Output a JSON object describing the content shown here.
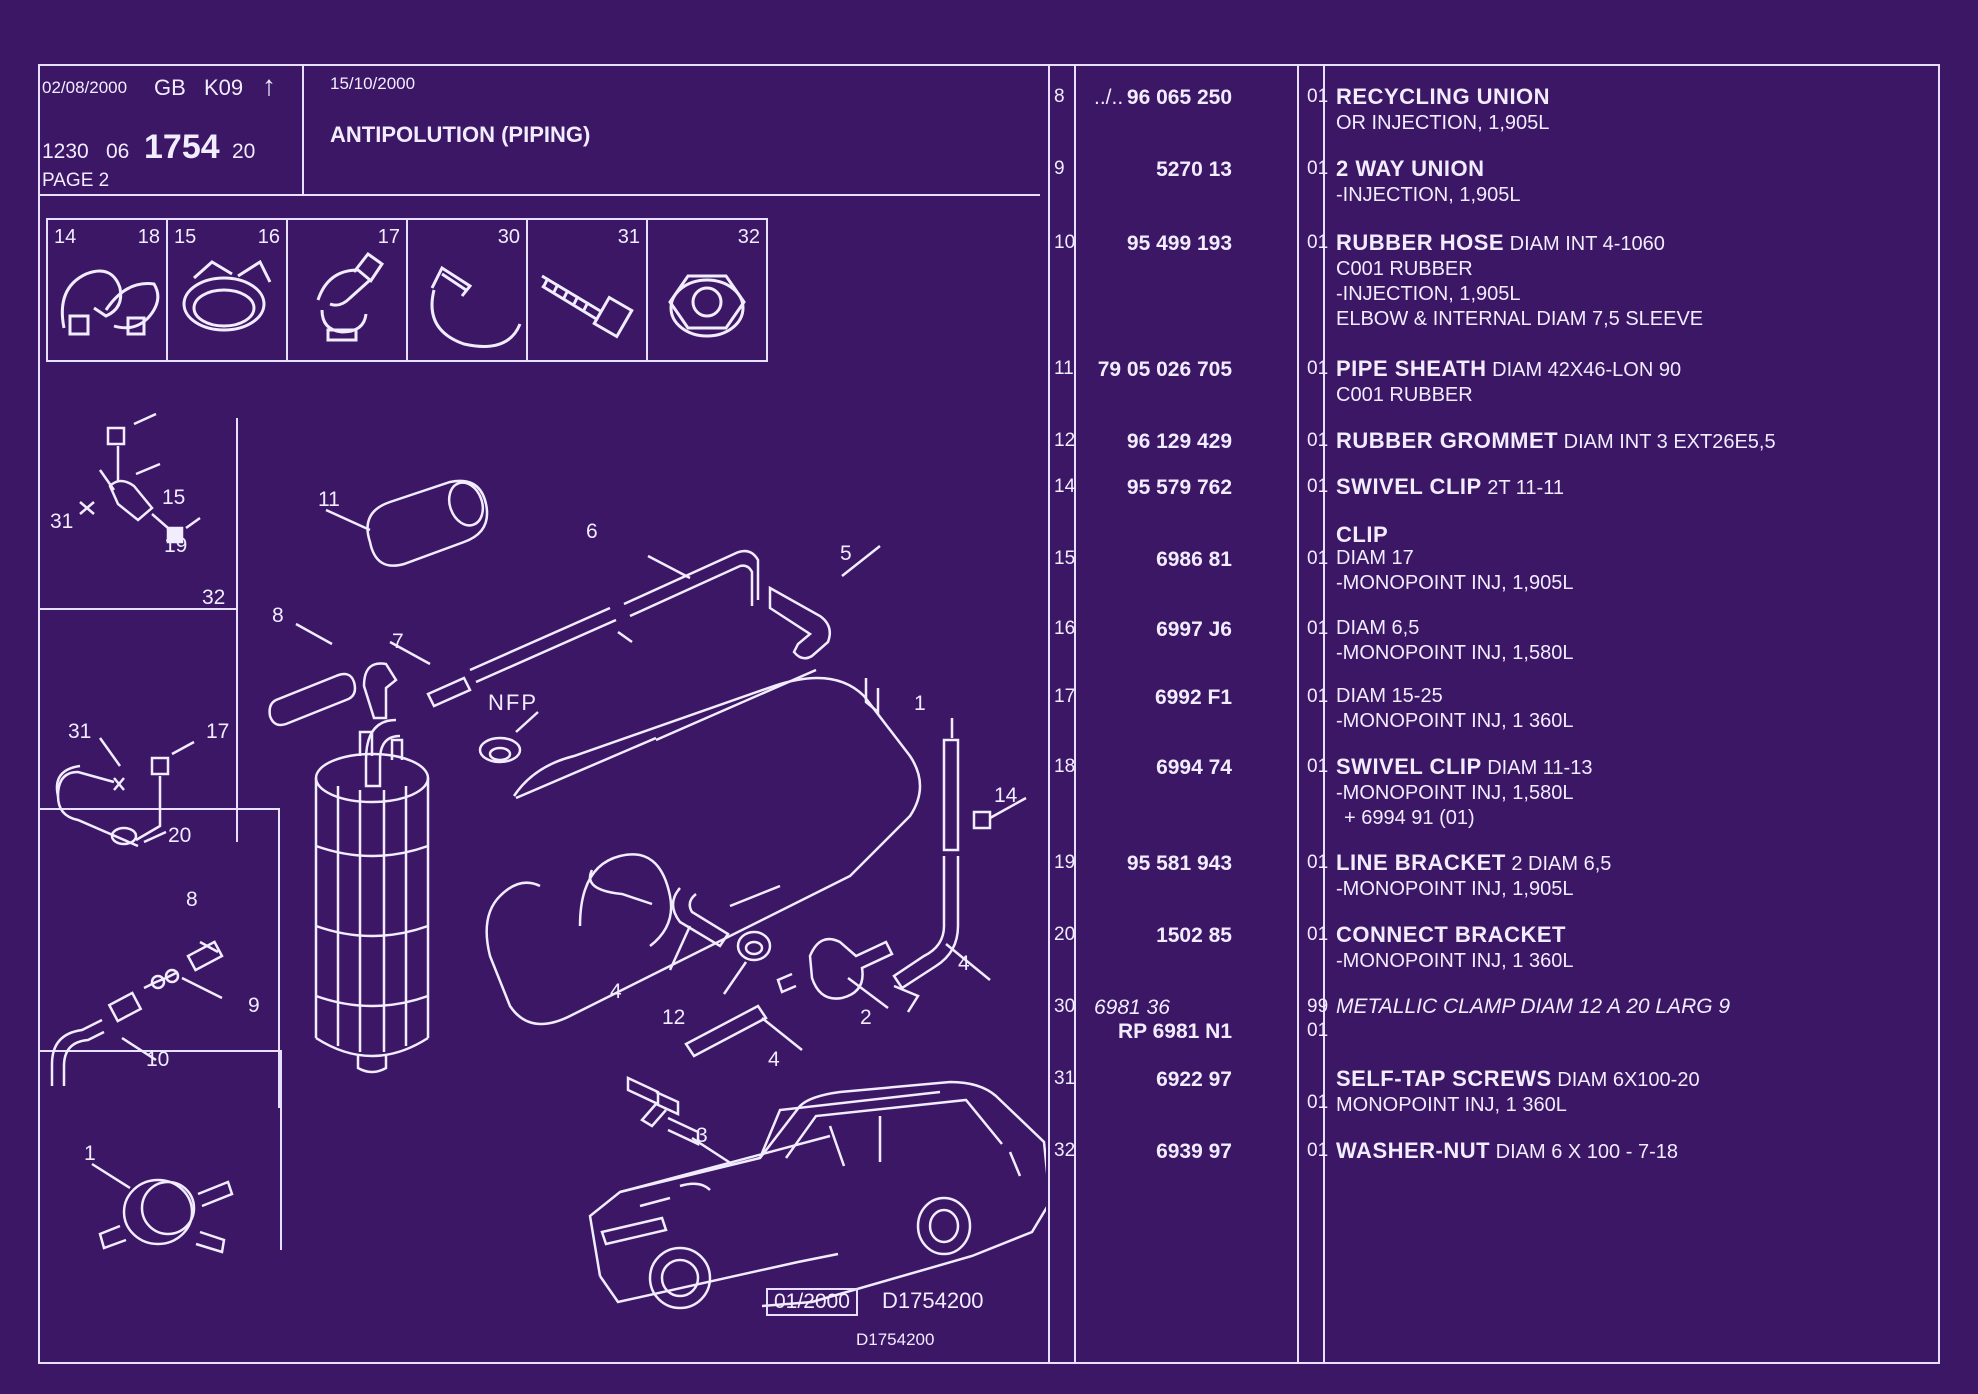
{
  "header": {
    "date": "02/08/2000",
    "lang": "GB",
    "code": "K09",
    "code_arrow": "↑",
    "ref_a": "1230",
    "ref_b": "06",
    "ref_main": "1754",
    "ref_c": "20",
    "page": "PAGE 2",
    "date2": "15/10/2000",
    "title": "ANTIPOLUTION (PIPING)"
  },
  "thumbnails": [
    {
      "a": "14",
      "b": "18",
      "icon": "swivel-clip-icon"
    },
    {
      "a": "15",
      "b": "16",
      "icon": "hose-clip-icon"
    },
    {
      "a": "",
      "b": "17",
      "icon": "bracket-clip-icon"
    },
    {
      "a": "",
      "b": "30",
      "icon": "metal-clamp-icon"
    },
    {
      "a": "",
      "b": "31",
      "icon": "screw-icon"
    },
    {
      "a": "",
      "b": "32",
      "icon": "washer-nut-icon"
    }
  ],
  "diagram_labels": {
    "l15a": "15",
    "l31a": "31",
    "l19": "19",
    "l32": "32",
    "l31b": "31",
    "l17": "17",
    "l20": "20",
    "l8a": "8",
    "l9": "9",
    "l10": "10",
    "l1": "1",
    "l11": "11",
    "l6": "6",
    "l5": "5",
    "l8b": "8",
    "l7": "7",
    "nfp": "NFP",
    "l1b": "1",
    "l14": "14",
    "l4a": "4",
    "l4b": "4",
    "l12": "12",
    "l2": "2",
    "l4c": "4",
    "l3": "3"
  },
  "footer": {
    "boxed_date": "01/2000",
    "drawing_ref": "D1754200",
    "drawing_ref2": "D1754200"
  },
  "parts": [
    {
      "ref": "8",
      "alt": "../..",
      "pn": "96 065 250",
      "qty": "01",
      "name": "RECYCLING UNION",
      "spec": "",
      "lines": [
        "OR INJECTION, 1,905L"
      ]
    },
    {
      "ref": "9",
      "alt": "",
      "pn": "5270 13",
      "qty": "01",
      "name": "2 WAY UNION",
      "spec": "",
      "lines": [
        "-INJECTION, 1,905L"
      ]
    },
    {
      "ref": "10",
      "alt": "",
      "pn": "95 499 193",
      "qty": "01",
      "name": "RUBBER HOSE",
      "spec": "DIAM INT 4-1060",
      "lines": [
        "C001 RUBBER",
        "-INJECTION, 1,905L",
        "ELBOW & INTERNAL DIAM 7,5 SLEEVE"
      ]
    },
    {
      "ref": "11",
      "alt": "",
      "pn": "79 05 026 705",
      "qty": "01",
      "name": "PIPE SHEATH",
      "spec": "DIAM 42X46-LON 90",
      "lines": [
        "C001 RUBBER"
      ]
    },
    {
      "ref": "12",
      "alt": "",
      "pn": "96 129 429",
      "qty": "01",
      "name": "RUBBER GROMMET",
      "spec": "DIAM INT 3 EXT26E5,5",
      "lines": []
    },
    {
      "ref": "14",
      "alt": "",
      "pn": "95 579 762",
      "qty": "01",
      "name": "SWIVEL CLIP",
      "spec": "2T 11-11",
      "lines": []
    },
    {
      "ref": "",
      "alt": "",
      "pn": "",
      "qty": "",
      "name": "CLIP",
      "spec": "",
      "lines": []
    },
    {
      "ref": "15",
      "alt": "",
      "pn": "6986 81",
      "qty": "01",
      "name": "",
      "spec": "",
      "lines": [
        "DIAM 17",
        "-MONOPOINT INJ, 1,905L"
      ]
    },
    {
      "ref": "16",
      "alt": "",
      "pn": "6997 J6",
      "qty": "01",
      "name": "",
      "spec": "",
      "lines": [
        "DIAM 6,5",
        "-MONOPOINT INJ, 1,580L"
      ]
    },
    {
      "ref": "17",
      "alt": "",
      "pn": "6992 F1",
      "qty": "01",
      "name": "",
      "spec": "",
      "lines": [
        "DIAM 15-25",
        "-MONOPOINT INJ, 1 360L"
      ]
    },
    {
      "ref": "18",
      "alt": "",
      "pn": "6994 74",
      "qty": "01",
      "name": "SWIVEL CLIP",
      "spec": "DIAM 11-13",
      "lines": [
        "-MONOPOINT INJ, 1,580L",
        "+ 6994 91 (01)"
      ]
    },
    {
      "ref": "19",
      "alt": "",
      "pn": "95 581 943",
      "qty": "01",
      "name": "LINE BRACKET",
      "spec": "2 DIAM 6,5",
      "lines": [
        "-MONOPOINT INJ, 1,905L"
      ]
    },
    {
      "ref": "20",
      "alt": "",
      "pn": "1502 85",
      "qty": "01",
      "name": "CONNECT BRACKET",
      "spec": "",
      "lines": [
        "-MONOPOINT INJ, 1 360L"
      ]
    },
    {
      "ref": "30",
      "alt": "6981 36",
      "pn": "RP  6981 N1",
      "qty": "99",
      "qty2": "01",
      "name": "METALLIC CLAMP",
      "spec": "DIAM 12 A 20 LARG 9",
      "lines": [],
      "italic": true
    },
    {
      "ref": "31",
      "alt": "",
      "pn": "6922 97",
      "qty": "",
      "qty2": "01",
      "name": "SELF-TAP SCREWS",
      "spec": "DIAM 6X100-20",
      "lines": [
        "MONOPOINT INJ, 1 360L"
      ]
    },
    {
      "ref": "32",
      "alt": "",
      "pn": "6939 97",
      "qty": "01",
      "name": "WASHER-NUT",
      "spec": "DIAM 6 X 100 - 7-18",
      "lines": []
    }
  ]
}
